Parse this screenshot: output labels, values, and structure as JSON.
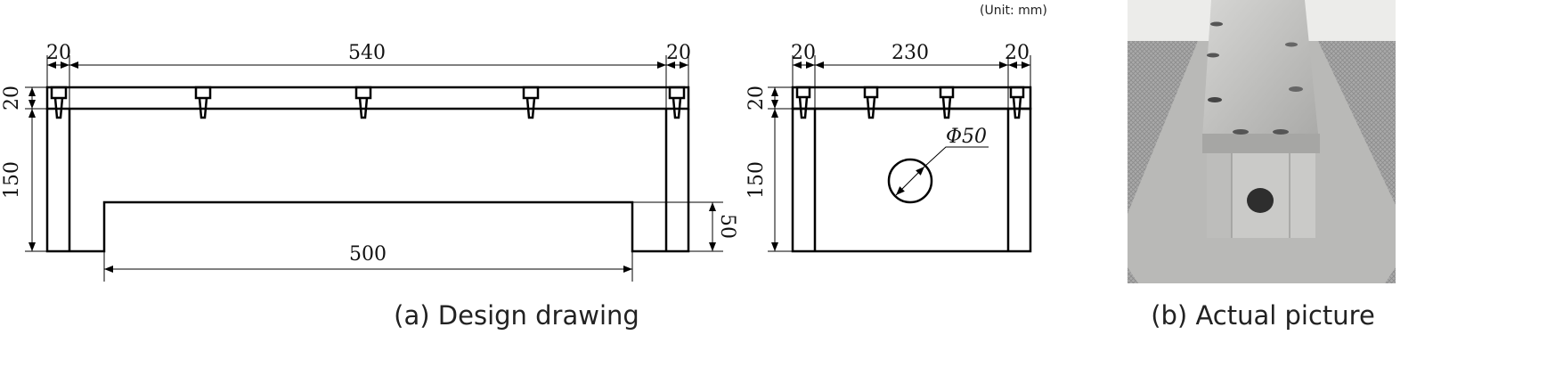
{
  "unit_note": "(Unit: mm)",
  "side_view": {
    "dim_left_flange": "20",
    "dim_length": "540",
    "dim_right_flange": "20",
    "dim_plate_thickness": "20",
    "dim_height": "150",
    "dim_opening_width": "500",
    "dim_opening_height": "50"
  },
  "front_view": {
    "dim_left_flange": "20",
    "dim_width": "230",
    "dim_right_flange": "20",
    "dim_plate_thickness": "20",
    "dim_height": "150",
    "hole_diameter": "Φ50"
  },
  "captions": {
    "a": "(a) Design drawing",
    "b": "(b) Actual picture"
  }
}
